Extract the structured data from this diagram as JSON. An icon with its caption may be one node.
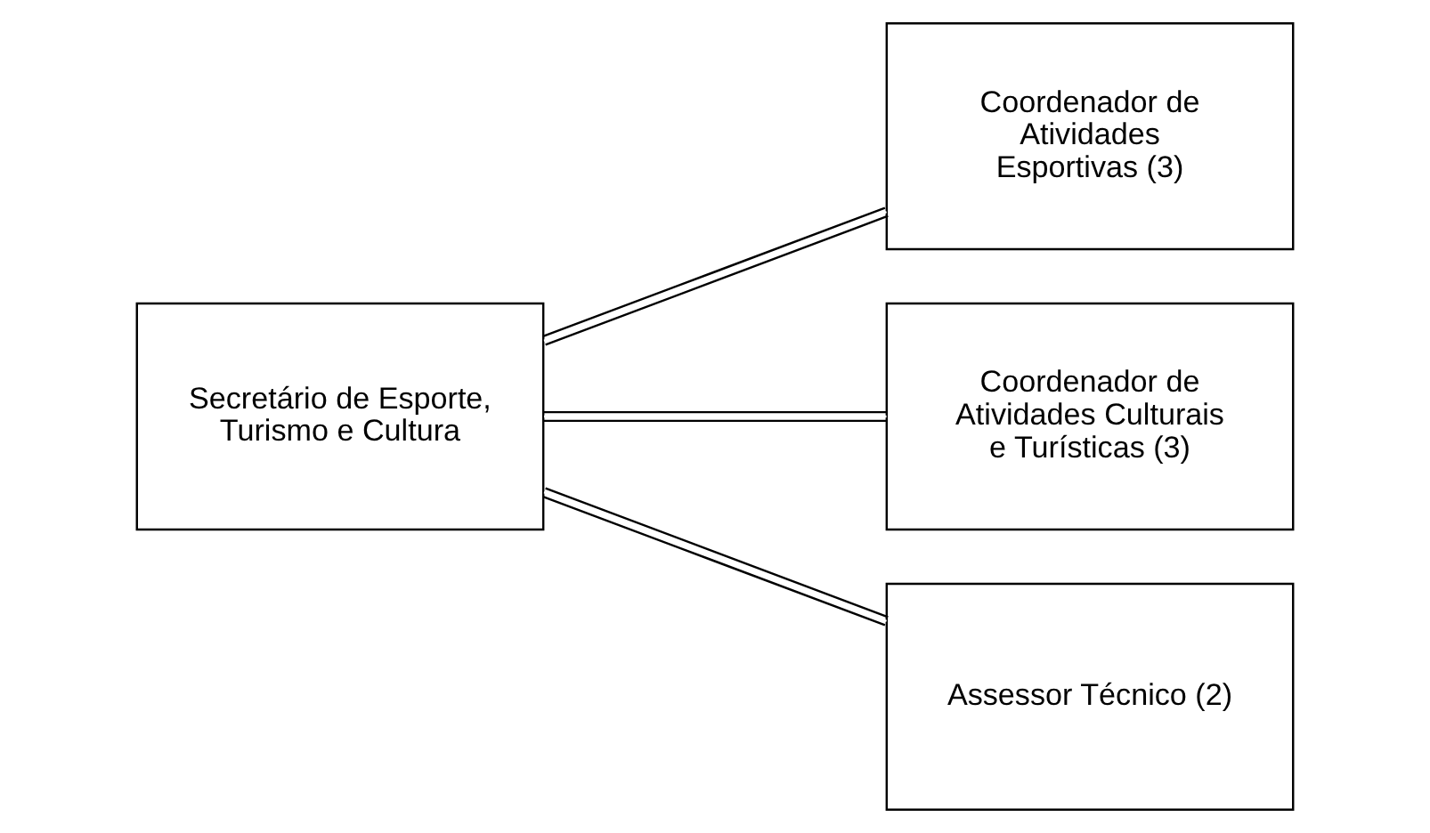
{
  "diagram": {
    "nodes": [
      {
        "text": [
          "Secretário de Esporte, Turismo e Cultura"
        ]
      },
      {
        "text": [
          "Coordenador de Atividades Esportivas (3)"
        ]
      },
      {
        "text": [
          "Coordenador de Atividades Culturais e Turísticas (3)"
        ]
      },
      {
        "text": [
          "Assessor Técnico (2)"
        ]
      }
    ],
    "edges": [
      {
        "from": 0,
        "to": 1,
        "arrow": "none"
      },
      {
        "from": 0,
        "to": 2,
        "arrow": "none"
      },
      {
        "from": 0,
        "to": 3,
        "arrow": "none"
      }
    ]
  }
}
